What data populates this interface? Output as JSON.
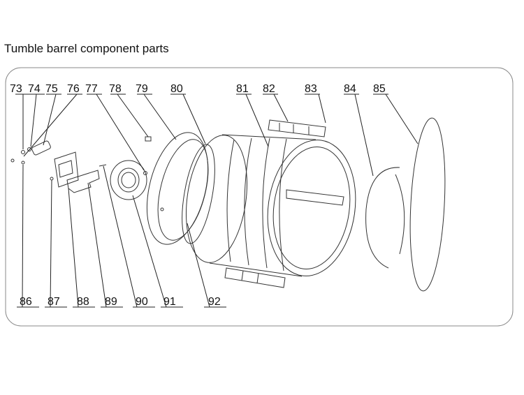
{
  "title": "Tumble barrel component parts",
  "labels_top": [
    "73",
    "74",
    "75",
    "76",
    "77",
    "78",
    "79",
    "80",
    "81",
    "82",
    "83",
    "84",
    "85"
  ],
  "labels_bottom": [
    "86",
    "87",
    "88",
    "89",
    "90",
    "91",
    "92"
  ]
}
